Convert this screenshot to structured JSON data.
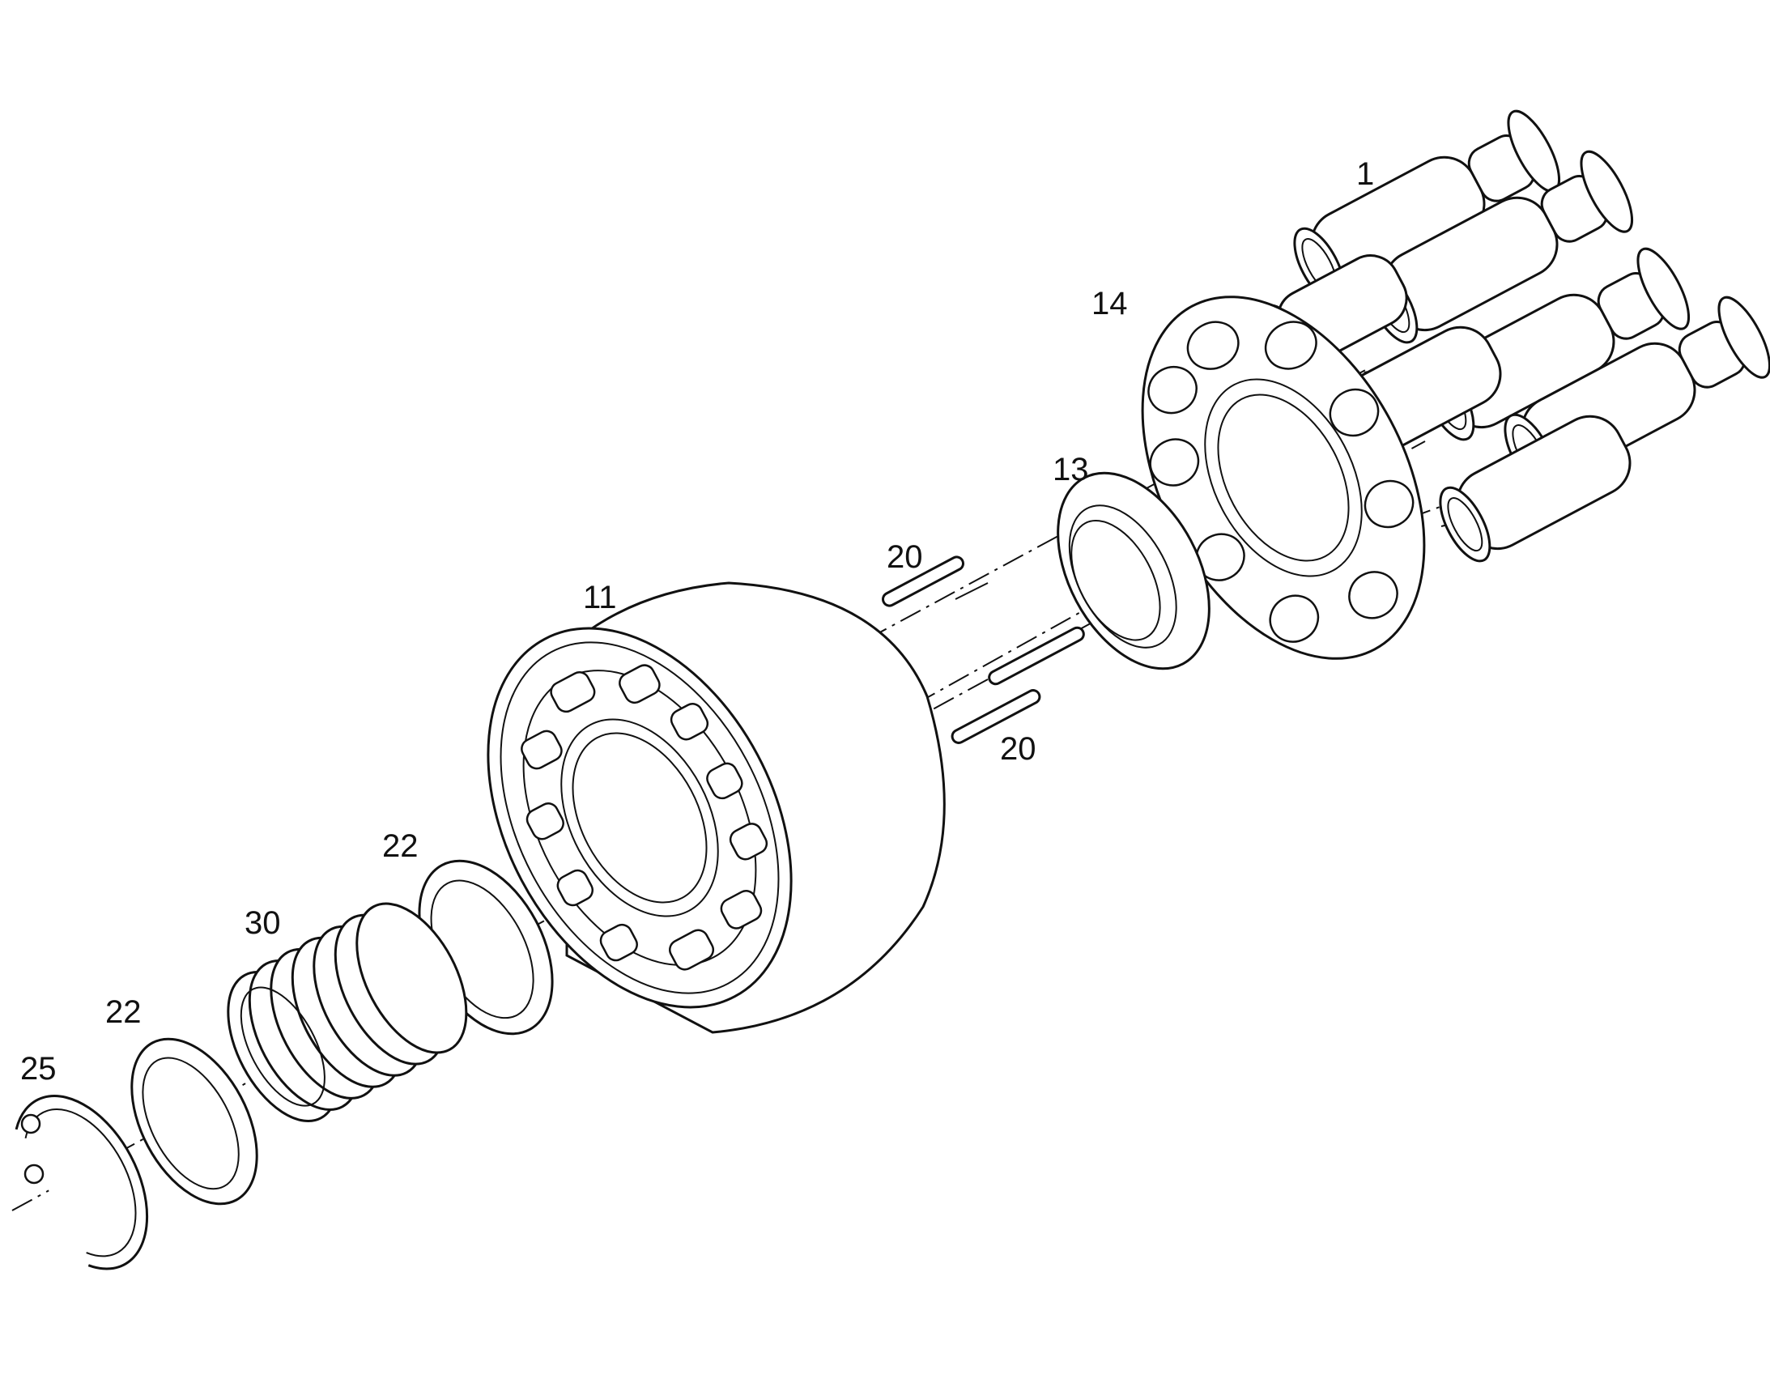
{
  "diagram": {
    "callouts": {
      "c1": "1",
      "c14": "14",
      "c13": "13",
      "c20a": "20",
      "c20b": "20",
      "c11": "11",
      "c22a": "22",
      "c30": "30",
      "c22b": "22",
      "c25": "25"
    },
    "colors": {
      "line": "#111111",
      "background": "#ffffff"
    }
  }
}
